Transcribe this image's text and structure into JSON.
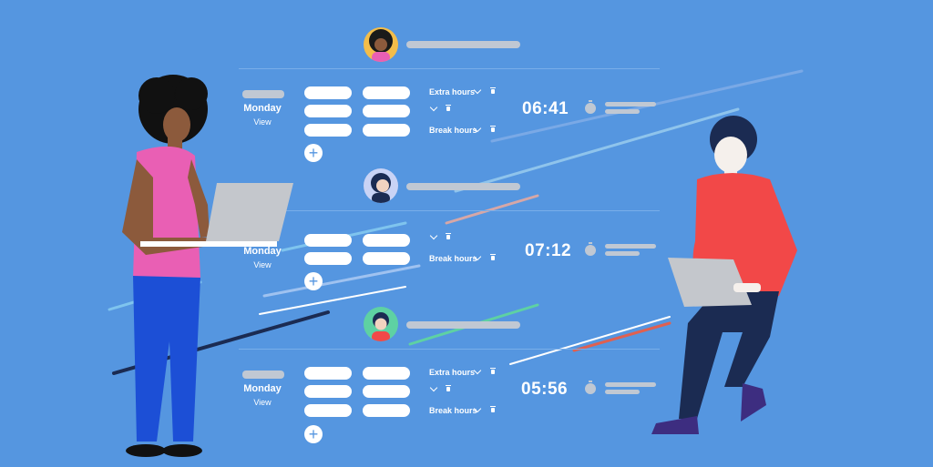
{
  "rows": [
    {
      "day": "Monday",
      "view": "View",
      "extra": "Extra hours",
      "break": "Break hours",
      "time": "06:41"
    },
    {
      "day": "Monday",
      "view": "View",
      "extra": "",
      "break": "Break hours",
      "time": "07:12"
    },
    {
      "day": "Monday",
      "view": "View",
      "extra": "Extra hours",
      "break": "Break hours",
      "time": "05:56"
    }
  ],
  "colors": {
    "background": "#5596e0",
    "placeholder_bar": "#c0c8d3",
    "woman_top": "#e95fb4",
    "woman_pants": "#1c4fd6",
    "man_shirt": "#f24848",
    "man_pants": "#1b2b52",
    "laptop": "#c4c7cc"
  },
  "icons": [
    "avatar-woman-afro-icon",
    "avatar-woman-ponytail-icon",
    "avatar-man-icon",
    "plus-icon",
    "clock-icon",
    "trash-icon",
    "chevron-down-icon"
  ]
}
